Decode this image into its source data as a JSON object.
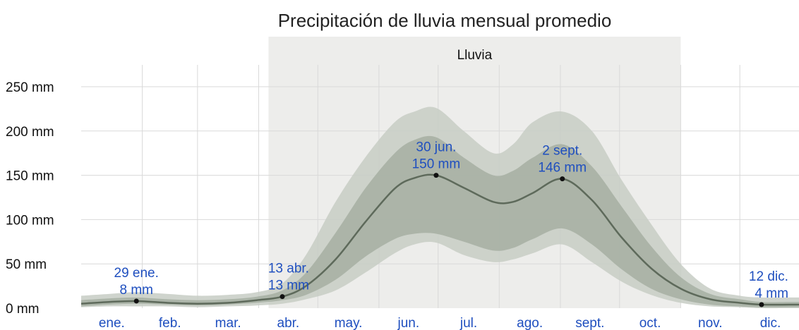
{
  "chart_data": {
    "type": "area",
    "title": "Precipitación de lluvia mensual promedio",
    "x_unit": "day_of_year",
    "ylim": [
      0,
      250
    ],
    "yticks": [
      0,
      50,
      100,
      150,
      200,
      250
    ],
    "y_tick_labels": [
      "0 mm",
      "50 mm",
      "100 mm",
      "150 mm",
      "200 mm",
      "250 mm"
    ],
    "months": [
      "ene.",
      "feb.",
      "mar.",
      "abr.",
      "may.",
      "jun.",
      "jul.",
      "ago.",
      "sept.",
      "oct.",
      "nov.",
      "dic."
    ],
    "grid": true,
    "season": {
      "label": "Lluvia",
      "start_day": 96,
      "end_day": 305
    },
    "series": [
      {
        "name": "",
        "x": [
          1,
          15,
          29,
          45,
          60,
          75,
          90,
          103,
          115,
          130,
          145,
          160,
          170,
          181,
          195,
          210,
          220,
          230,
          245,
          260,
          275,
          290,
          305,
          320,
          335,
          346,
          360,
          365
        ],
        "median": [
          5,
          7,
          8,
          6,
          5,
          6,
          9,
          13,
          25,
          55,
          97,
          135,
          147,
          150,
          136,
          120,
          120,
          130,
          146,
          122,
          80,
          45,
          22,
          10,
          6,
          4,
          4,
          4
        ],
        "p25": [
          2,
          4,
          5,
          4,
          3,
          4,
          6,
          9,
          15,
          32,
          58,
          78,
          84,
          84,
          75,
          65,
          68,
          78,
          90,
          72,
          44,
          22,
          10,
          4,
          2,
          1,
          1,
          1
        ],
        "p75": [
          9,
          11,
          12,
          10,
          9,
          10,
          13,
          20,
          40,
          85,
          135,
          175,
          190,
          193,
          170,
          150,
          155,
          170,
          185,
          160,
          115,
          70,
          35,
          16,
          10,
          7,
          7,
          7
        ],
        "p10": [
          1,
          2,
          2,
          2,
          1,
          2,
          3,
          5,
          10,
          20,
          40,
          62,
          72,
          74,
          60,
          52,
          55,
          62,
          72,
          52,
          30,
          15,
          6,
          2,
          1,
          0,
          0,
          0
        ],
        "p90": [
          14,
          16,
          18,
          16,
          14,
          15,
          18,
          28,
          60,
          120,
          170,
          210,
          222,
          226,
          200,
          175,
          185,
          210,
          222,
          200,
          145,
          95,
          50,
          22,
          14,
          12,
          12,
          12
        ]
      }
    ],
    "annotations": [
      {
        "day": 29,
        "value": 8,
        "date": "29 ene.",
        "amount": "8 mm",
        "align": "middle"
      },
      {
        "day": 103,
        "value": 13,
        "date": "13 abr.",
        "amount": "13 mm",
        "align": "end"
      },
      {
        "day": 181,
        "value": 150,
        "date": "30 jun.",
        "amount": "150 mm",
        "align": "middle"
      },
      {
        "day": 245,
        "value": 146,
        "date": "2 sept.",
        "amount": "146 mm",
        "align": "middle"
      },
      {
        "day": 346,
        "value": 4,
        "date": "12 dic.",
        "amount": "4 mm",
        "align": "end"
      }
    ],
    "colors": {
      "season_band": "#ededeb",
      "grid": "#d9d9d9",
      "outer_band": "#c7cdc4",
      "inner_band": "#a6afa2",
      "median_line": "#5e6a5b",
      "label": "#1f4fbf"
    }
  }
}
